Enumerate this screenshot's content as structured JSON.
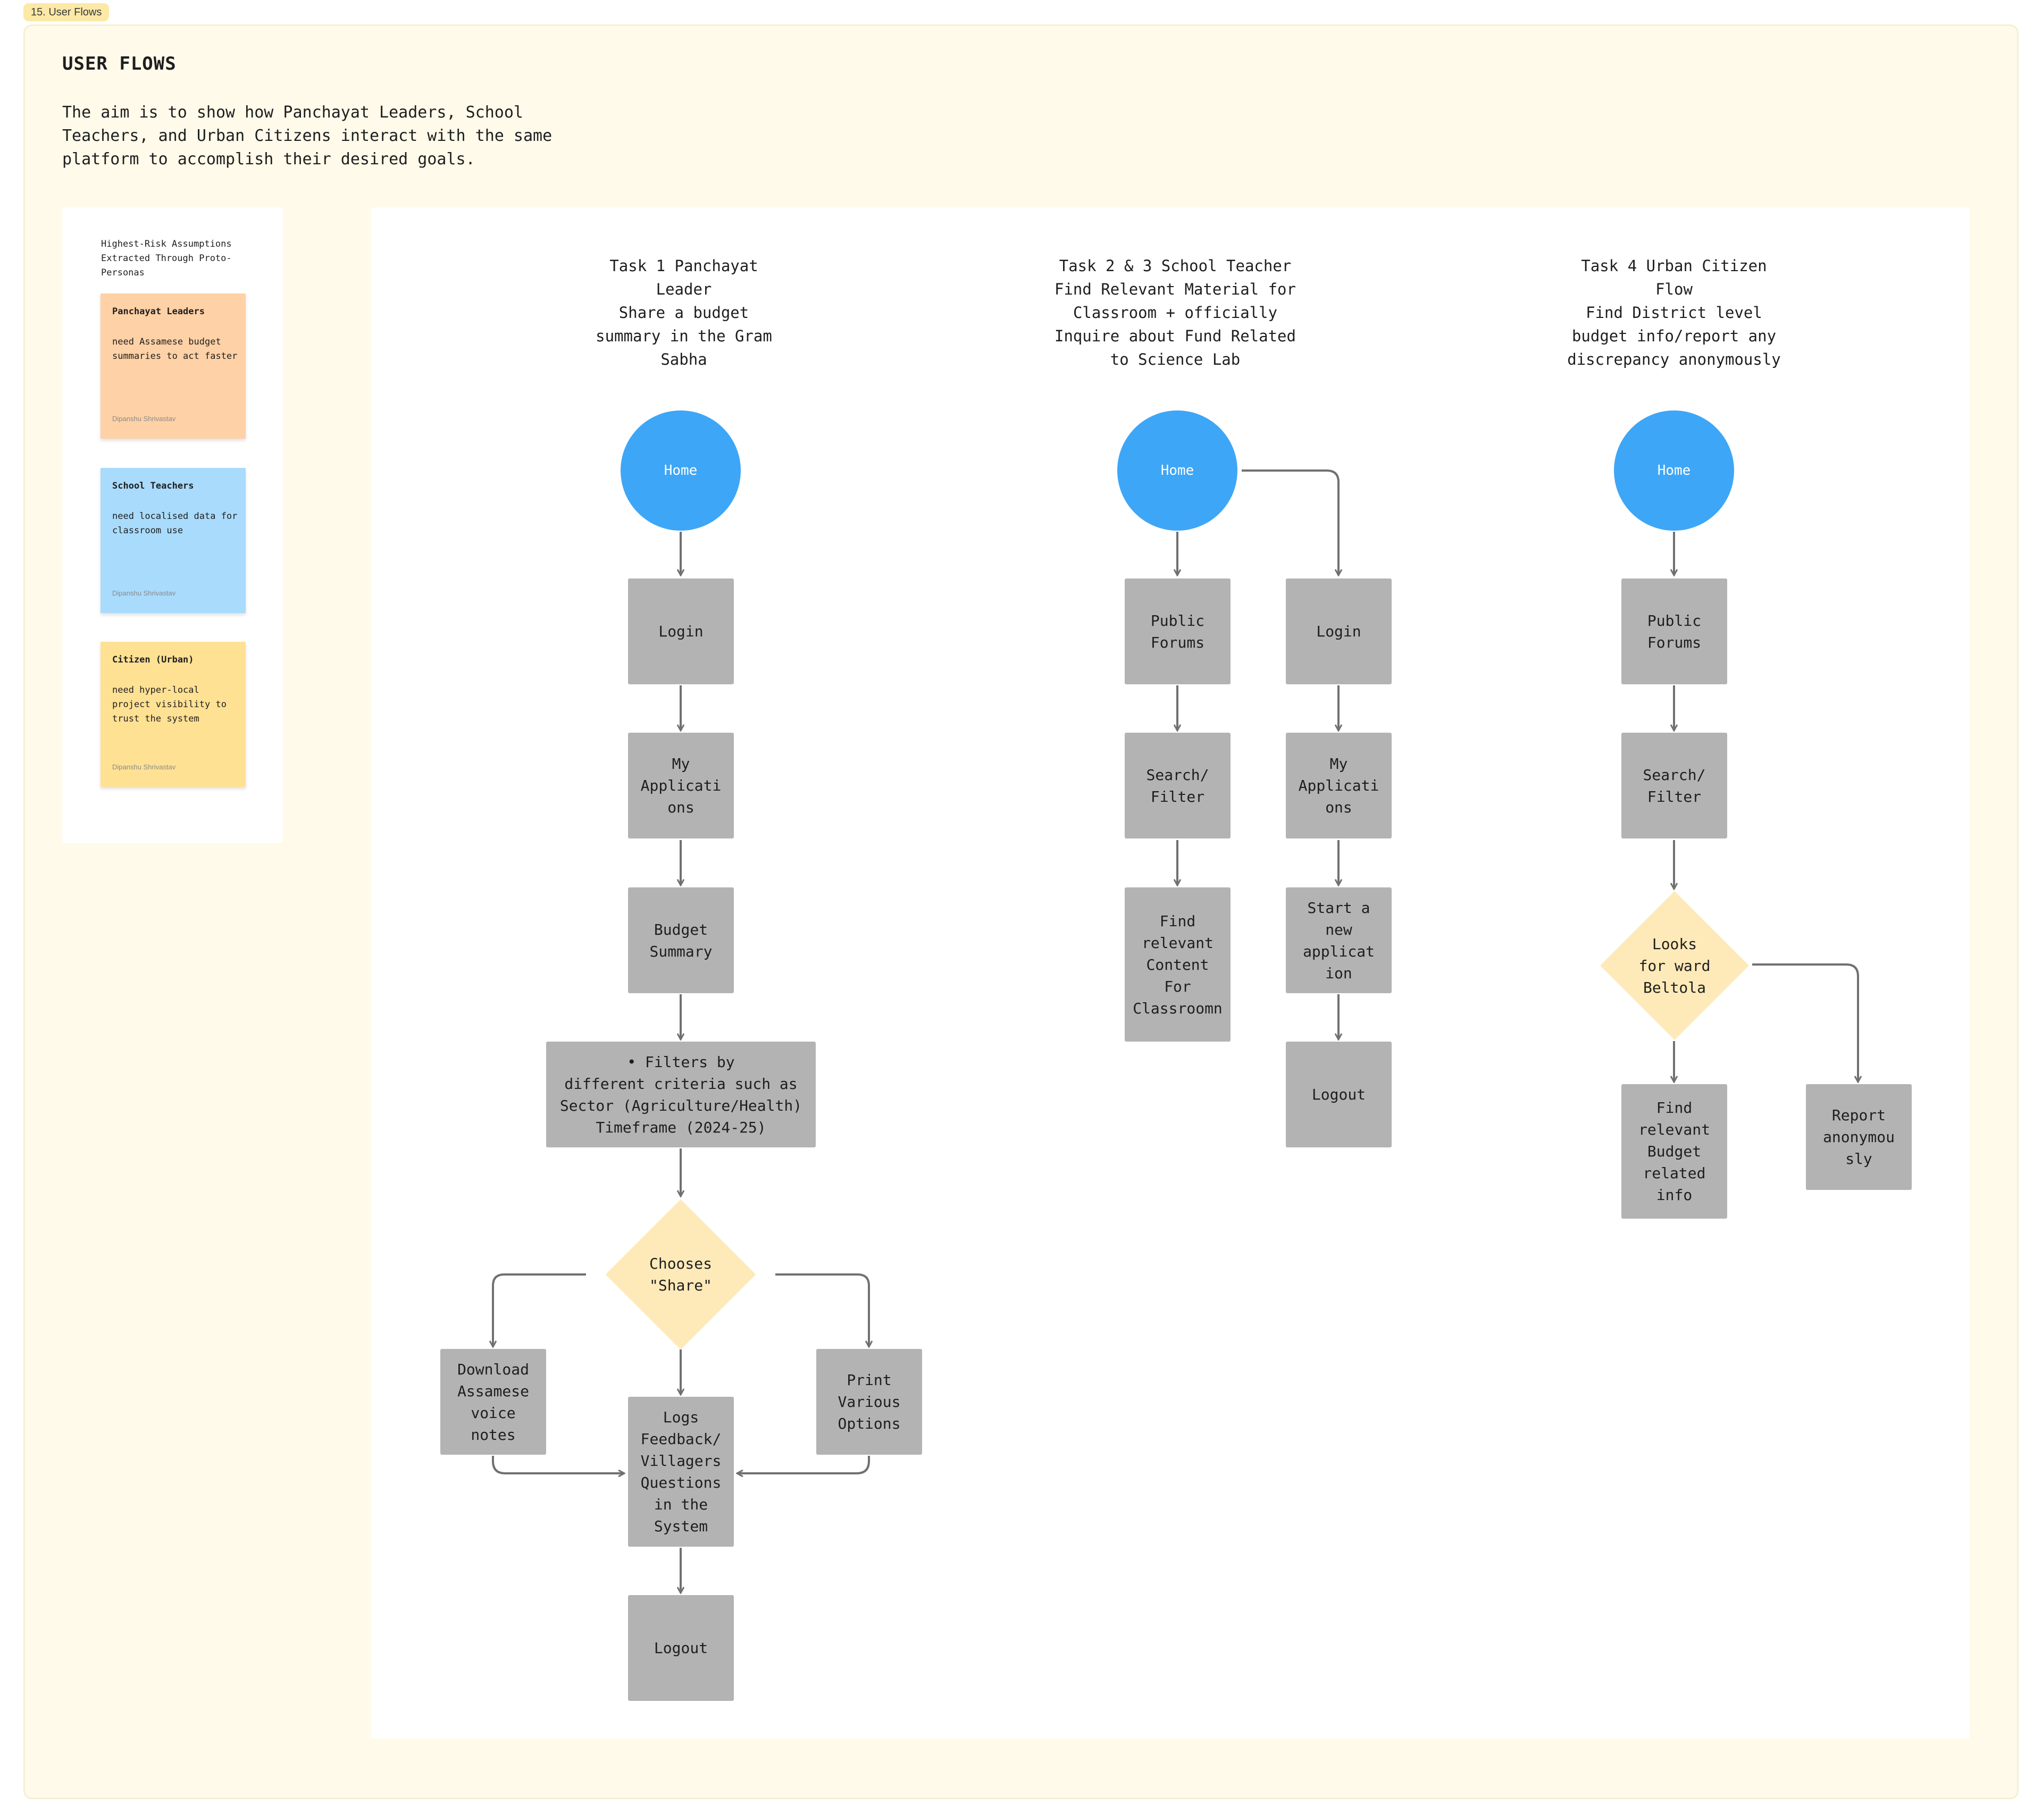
{
  "frame_label": "15. User Flows",
  "title": "USER FLOWS",
  "intro": "The aim is to show how Panchayat Leaders, School Teachers, and Urban Citizens interact with the same platform to accomplish their desired goals.",
  "personas": {
    "heading": "Highest-Risk Assumptions Extracted Through Proto-Personas",
    "stickies": [
      {
        "name": "Panchayat Leaders",
        "text": "need Assamese budget summaries to act faster",
        "author": "Dipanshu Shrivastav",
        "color": "#ffd1a6"
      },
      {
        "name": "School Teachers",
        "text": "need localised data for classroom use",
        "author": "Dipanshu Shrivastav",
        "color": "#a9dbfc"
      },
      {
        "name": "Citizen (Urban)",
        "text": "need hyper-local project visibility to trust the system",
        "author": "Dipanshu Shrivastav",
        "color": "#ffe194"
      }
    ]
  },
  "tasks": [
    {
      "title": "Task 1 Panchayat\nLeader\nShare a budget\nsummary in the Gram\nSabha"
    },
    {
      "title": "Task 2 & 3 School Teacher\nFind Relevant Material for\nClassroom + officially\nInquire about Fund Related\nto Science Lab"
    },
    {
      "title": "Task 4 Urban Citizen\nFlow\nFind District level\nbudget info/report any\ndiscrepancy anonymously"
    }
  ],
  "nodes": {
    "t1_home": "Home",
    "t1_login": "Login",
    "t1_myapps": "My\nApplicati\nons",
    "t1_budget": "Budget\nSummary",
    "t1_filters": "• Filters by\n different criteria such as\n Sector (Agriculture/Health)\n Timeframe (2024-25)",
    "t1_share": "Chooses\n\"Share\"",
    "t1_download": "Download\nAssamese\nvoice\nnotes",
    "t1_print": "Print\nVarious\nOptions",
    "t1_logs": "Logs\nFeedback/\nVillagers\nQuestions\nin the\nSystem",
    "t1_logout": "Logout",
    "t2_home": "Home",
    "t2_forums": "Public\nForums",
    "t2_search": "Search/\nFilter",
    "t2_find": "Find\nrelevant\nContent\nFor\nClassroomn",
    "t3_login": "Login",
    "t3_myapps": "My\nApplicati\nons",
    "t3_start": "Start a\nnew\napplicat\nion",
    "t3_logout": "Logout",
    "t4_home": "Home",
    "t4_forums": "Public\nForums",
    "t4_search": "Search/\nFilter",
    "t4_ward": "Looks\nfor ward\nBeltola",
    "t4_find": "Find\nrelevant\nBudget\nrelated\ninfo",
    "t4_report": "Report\nanonymou\nsly"
  },
  "colors": {
    "process_box": "#b3b3b3",
    "start_circle": "#3ea6f6",
    "decision": "#feeab8",
    "section_bg": "#fffaea",
    "connector": "#707070"
  }
}
